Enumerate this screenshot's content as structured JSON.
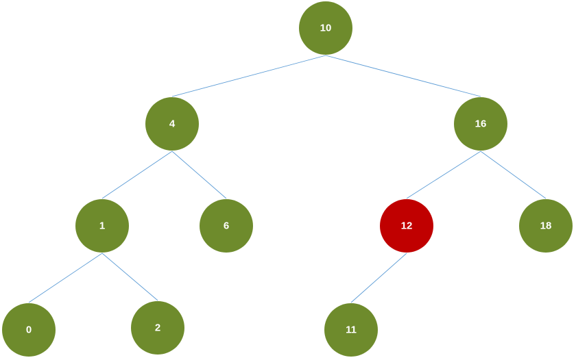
{
  "colors": {
    "node_default": "#6e8b2c",
    "node_highlight": "#c00000",
    "edge": "#5b9bd5",
    "label": "#ffffff"
  },
  "tree": {
    "nodes": [
      {
        "id": "n10",
        "label": "10",
        "state": "default"
      },
      {
        "id": "n4",
        "label": "4",
        "state": "default"
      },
      {
        "id": "n16",
        "label": "16",
        "state": "default"
      },
      {
        "id": "n1",
        "label": "1",
        "state": "default"
      },
      {
        "id": "n6",
        "label": "6",
        "state": "default"
      },
      {
        "id": "n12",
        "label": "12",
        "state": "highlight"
      },
      {
        "id": "n18",
        "label": "18",
        "state": "default"
      },
      {
        "id": "n0",
        "label": "0",
        "state": "default"
      },
      {
        "id": "n2",
        "label": "2",
        "state": "default"
      },
      {
        "id": "n11",
        "label": "11",
        "state": "default"
      }
    ],
    "edges": [
      {
        "from": "n10",
        "to": "n4"
      },
      {
        "from": "n10",
        "to": "n16"
      },
      {
        "from": "n4",
        "to": "n1"
      },
      {
        "from": "n4",
        "to": "n6"
      },
      {
        "from": "n16",
        "to": "n12"
      },
      {
        "from": "n16",
        "to": "n18"
      },
      {
        "from": "n1",
        "to": "n0"
      },
      {
        "from": "n1",
        "to": "n2"
      },
      {
        "from": "n12",
        "to": "n11"
      }
    ]
  }
}
